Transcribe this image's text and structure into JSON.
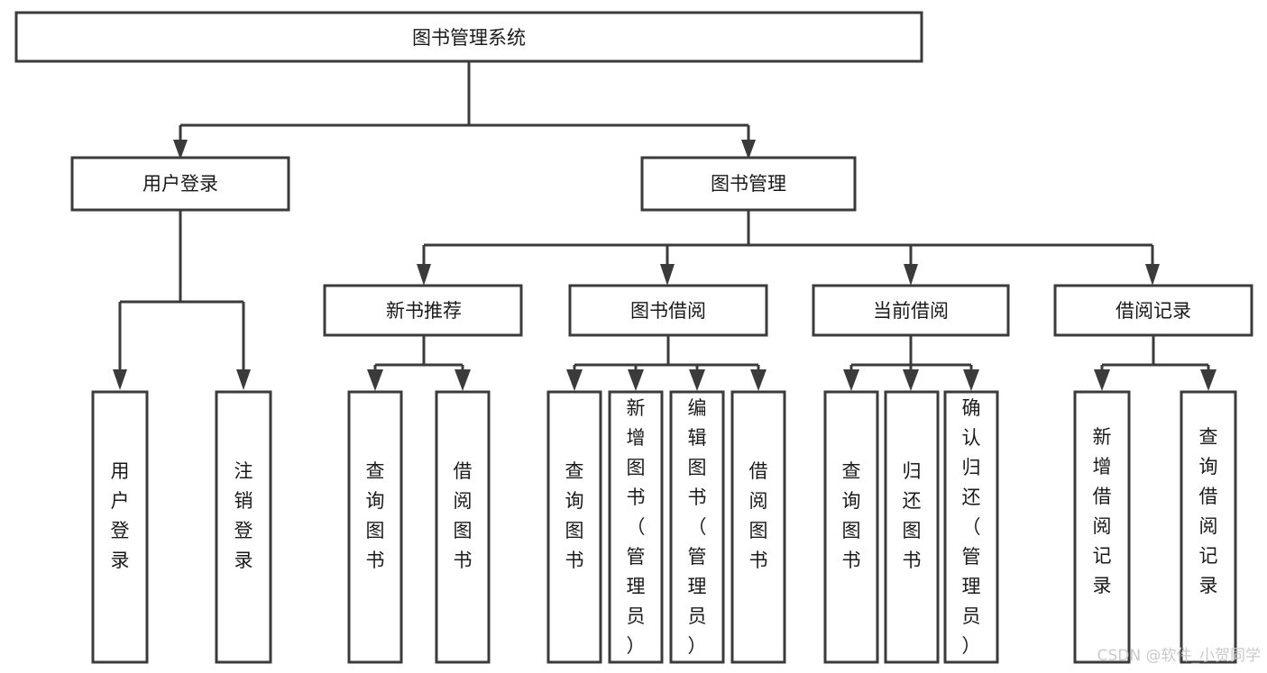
{
  "diagram": {
    "title": "图书管理系统",
    "type": "tree-hierarchy-chart",
    "root": {
      "id": "root",
      "label": "图书管理系统"
    },
    "level2": [
      {
        "id": "user-login",
        "label": "用户登录"
      },
      {
        "id": "book-manage",
        "label": "图书管理"
      }
    ],
    "level3": [
      {
        "id": "new-book-recommend",
        "label": "新书推荐",
        "parent": "book-manage"
      },
      {
        "id": "book-borrow",
        "label": "图书借阅",
        "parent": "book-manage"
      },
      {
        "id": "current-borrow",
        "label": "当前借阅",
        "parent": "book-manage"
      },
      {
        "id": "borrow-record",
        "label": "借阅记录",
        "parent": "book-manage"
      }
    ],
    "leaves": {
      "user-login": [
        {
          "id": "leaf-user-login",
          "label": "用户登录"
        },
        {
          "id": "leaf-user-logout",
          "label": "注销登录"
        }
      ],
      "new-book-recommend": [
        {
          "id": "leaf-query-book-1",
          "label": "查询图书"
        },
        {
          "id": "leaf-borrow-book-1",
          "label": "借阅图书"
        }
      ],
      "book-borrow": [
        {
          "id": "leaf-query-book-2",
          "label": "查询图书"
        },
        {
          "id": "leaf-add-book",
          "label": "新增图书（管理员）"
        },
        {
          "id": "leaf-edit-book",
          "label": "编辑图书（管理员）"
        },
        {
          "id": "leaf-borrow-book-2",
          "label": "借阅图书"
        }
      ],
      "current-borrow": [
        {
          "id": "leaf-query-book-3",
          "label": "查询图书"
        },
        {
          "id": "leaf-return-book",
          "label": "归还图书"
        },
        {
          "id": "leaf-confirm-return",
          "label": "确认归还（管理员）"
        }
      ],
      "borrow-record": [
        {
          "id": "leaf-add-record",
          "label": "新增借阅记录"
        },
        {
          "id": "leaf-query-record",
          "label": "查询借阅记录"
        }
      ]
    },
    "colors": {
      "box_stroke": "#3b3b3b",
      "box_fill": "#ffffff",
      "text": "#1a1a1a",
      "connector": "#3b3b3b",
      "background": "#ffffff",
      "watermark": "#c9c9c9"
    }
  },
  "watermark": {
    "text": "CSDN @软件_小贺同学"
  }
}
